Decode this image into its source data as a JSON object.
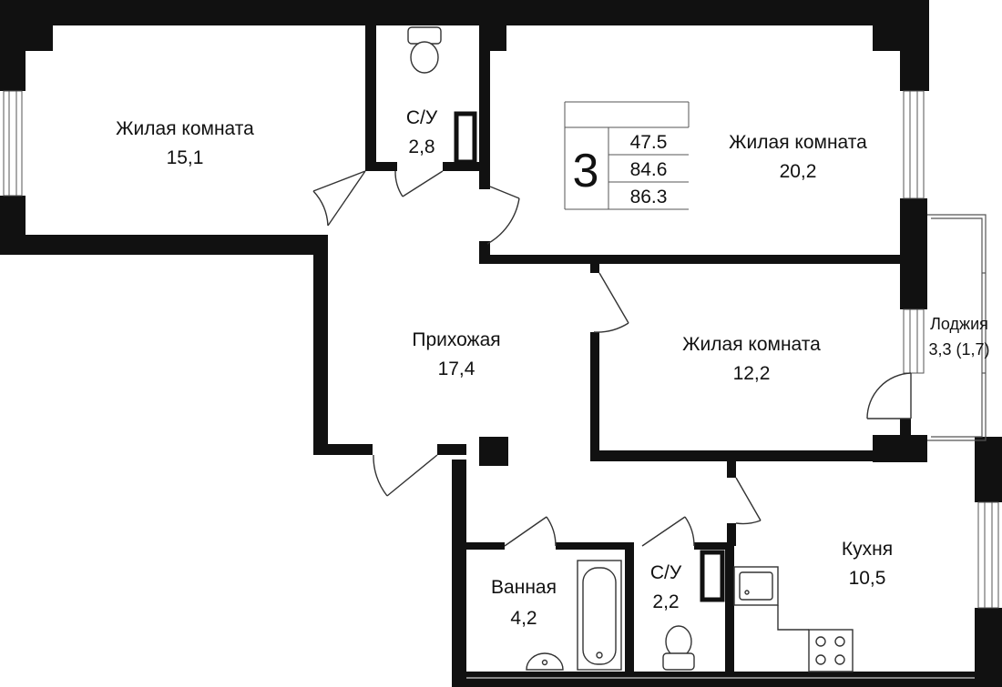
{
  "colors": {
    "wall": "#111111",
    "line": "#333333",
    "background": "#ffffff"
  },
  "rooms": {
    "living_room_1": {
      "name": "Жилая комната",
      "area": "15,1"
    },
    "bathroom_1": {
      "name": "С/У",
      "area": "2,8"
    },
    "living_room_2": {
      "name": "Жилая комната",
      "area": "20,2"
    },
    "hallway": {
      "name": "Прихожая",
      "area": "17,4"
    },
    "living_room_3": {
      "name": "Жилая комната",
      "area": "12,2"
    },
    "loggia": {
      "name": "Лоджия",
      "area": "3,3 (1,7)"
    },
    "bath": {
      "name": "Ванная",
      "area": "4,2"
    },
    "bathroom_2": {
      "name": "С/У",
      "area": "2,2"
    },
    "kitchen": {
      "name": "Кухня",
      "area": "10,5"
    }
  },
  "badge": {
    "rooms_count": "3",
    "living_area": "47.5",
    "total_area": "84.6",
    "total_area_with_loggia": "86.3"
  },
  "icons": [
    "toilet-icon",
    "sink-icon",
    "bathtub-icon",
    "stove-icon",
    "kitchen-sink-icon",
    "radiator-icon",
    "window-icon",
    "door-swing-icon"
  ]
}
